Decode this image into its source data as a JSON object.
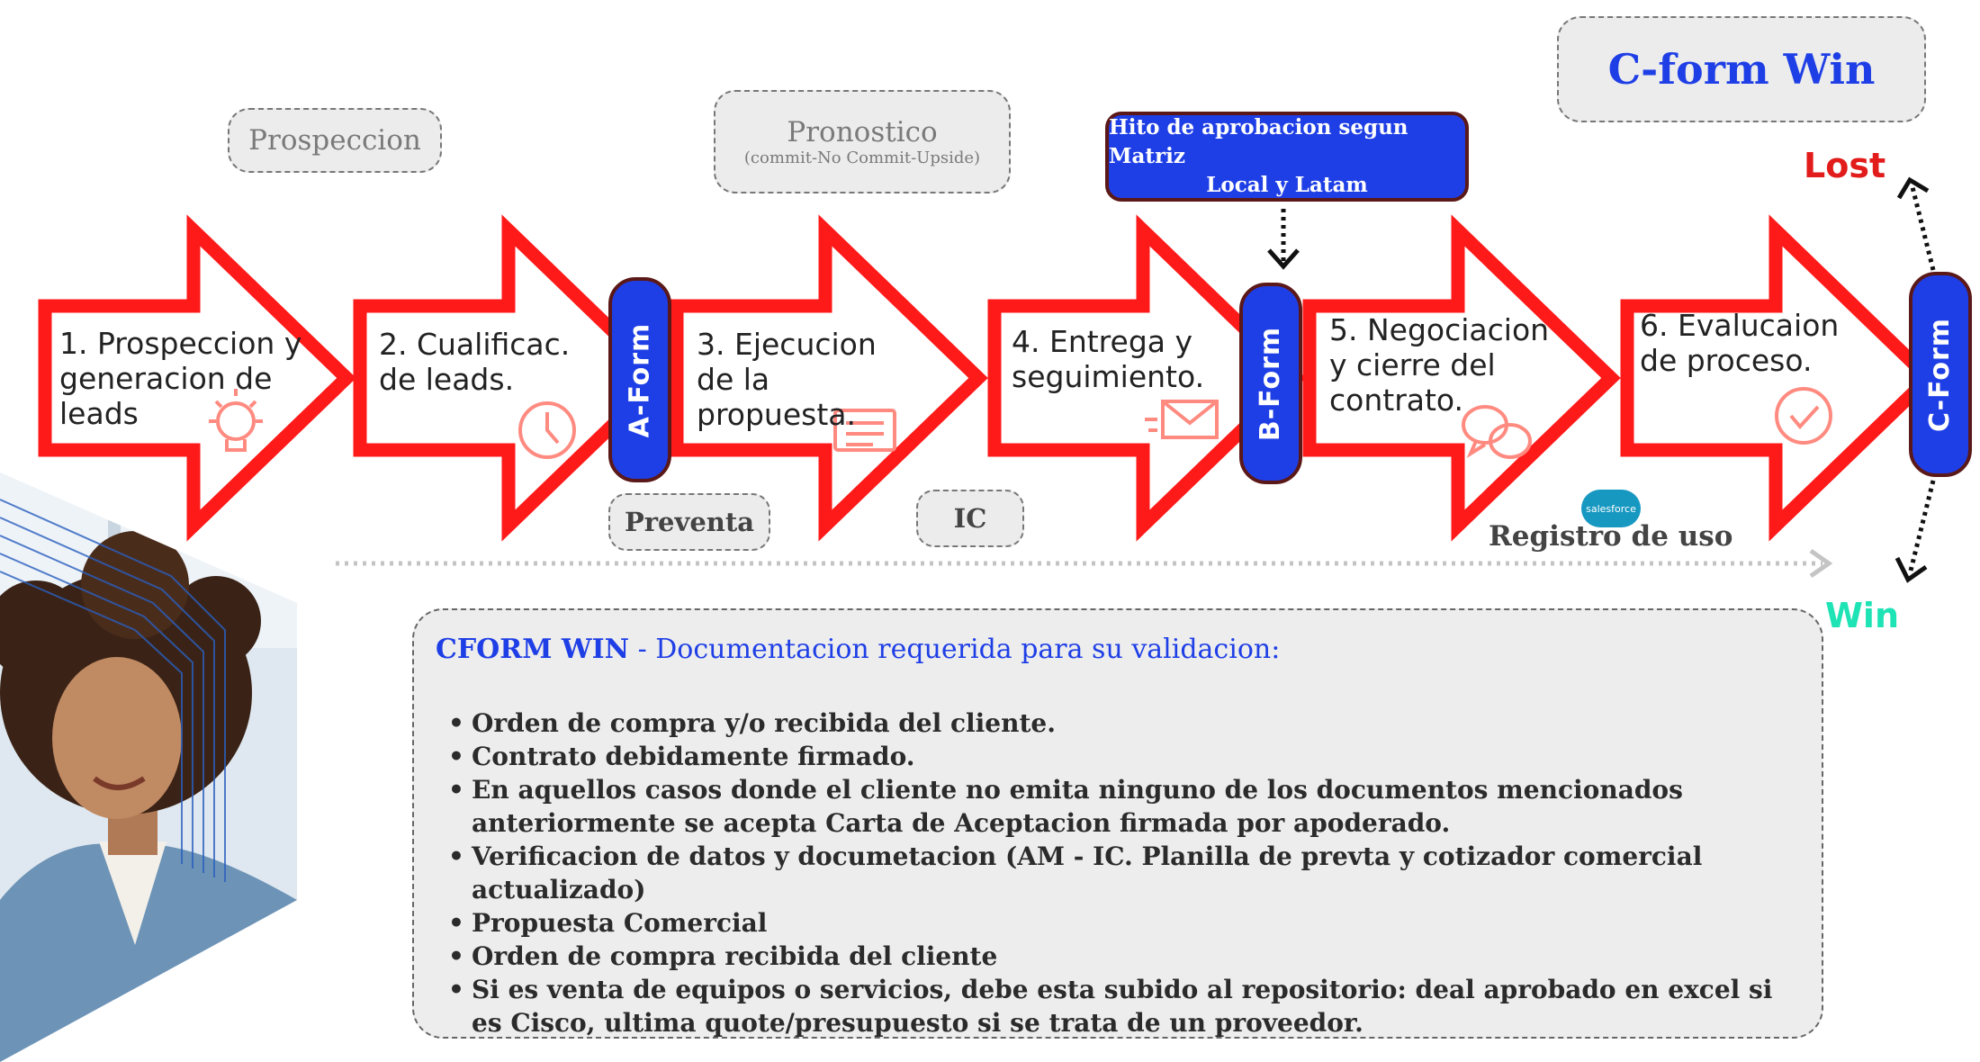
{
  "colors": {
    "arrow_stroke": "#ff1a1a",
    "form_blue": "#1f3fe6",
    "lost_red": "#e21b1b",
    "win_green": "#1ee3b5",
    "dashed_gray": "#bbbbbb"
  },
  "tags": {
    "prospeccion": "Prospeccion",
    "pronostico": "Pronostico",
    "pronostico_sub": "(commit-No Commit-Upside)",
    "preventa": "Preventa",
    "ic": "IC",
    "cform_win": "C-form Win"
  },
  "approval_box": {
    "line1": "Hito de aprobacion segun Matriz",
    "line2": "Local y Latam"
  },
  "steps": [
    {
      "text": " 1. Prospeccion y\ngeneracion de\nleads",
      "icon": "lightbulb-icon"
    },
    {
      "text": "2.  Cualificac.\nde leads.",
      "icon": "clock-icon"
    },
    {
      "text": "3.  Ejecucion\nde la\npropuesta.",
      "icon": "document-icon"
    },
    {
      "text": "4. Entrega y\nseguimiento.",
      "icon": "envelope-icon"
    },
    {
      "text": "5. Negociacion\ny cierre del\ncontrato.",
      "icon": "chat-bubbles-icon"
    },
    {
      "text": "6. Evalucaion\nde proceso.",
      "icon": "checkmark-icon"
    }
  ],
  "forms": {
    "a": "A-Form",
    "b": "B-Form",
    "c": "C-Form"
  },
  "outcomes": {
    "lost": "Lost",
    "win": "Win"
  },
  "salesforce": {
    "logo_text": "salesforce",
    "label": "Registro de uso"
  },
  "documentation": {
    "title_bold": "CFORM WIN",
    "title_rest": " - Documentacion requerida para su validacion:",
    "items": [
      "Orden de compra y/o recibida del cliente.",
      "Contrato debidamente firmado.",
      "En aquellos casos donde el cliente no emita ninguno de los documentos mencionados anteriormente se acepta Carta de Aceptacion firmada por apoderado.",
      "Verificacion de datos y documetacion (AM - IC. Planilla de prevta y cotizador comercial actualizado)",
      "Propuesta Comercial",
      "Orden de compra recibida del cliente",
      "Si es venta de equipos o servicios, debe esta subido al repositorio: deal aprobado en excel si es Cisco, ultima quote/presupuesto si se trata de un proveedor."
    ]
  }
}
